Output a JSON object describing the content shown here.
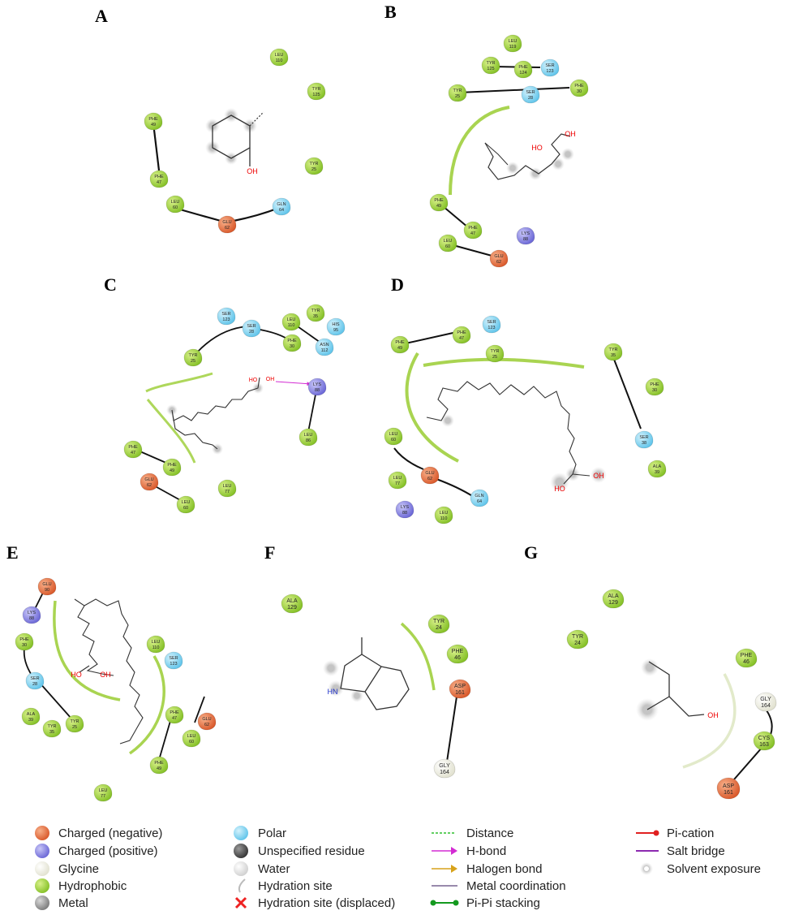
{
  "panels": [
    {
      "id": "A",
      "label": "A",
      "residues": [
        {
          "name": "LEU",
          "num": "110",
          "type": "hydrophobic"
        },
        {
          "name": "TYR",
          "num": "125",
          "type": "hydrophobic"
        },
        {
          "name": "PHE",
          "num": "49",
          "type": "hydrophobic"
        },
        {
          "name": "PHE",
          "num": "47",
          "type": "hydrophobic"
        },
        {
          "name": "TYR",
          "num": "25",
          "type": "hydrophobic"
        },
        {
          "name": "LEU",
          "num": "60",
          "type": "hydrophobic"
        },
        {
          "name": "GLU",
          "num": "62",
          "type": "negative"
        },
        {
          "name": "GLN",
          "num": "64",
          "type": "polar"
        }
      ],
      "atoms": [
        "OH"
      ]
    },
    {
      "id": "B",
      "label": "B",
      "residues": [
        {
          "name": "LEU",
          "num": "119",
          "type": "hydrophobic"
        },
        {
          "name": "TYR",
          "num": "125",
          "type": "hydrophobic"
        },
        {
          "name": "PHE",
          "num": "124",
          "type": "hydrophobic"
        },
        {
          "name": "SER",
          "num": "123",
          "type": "polar"
        },
        {
          "name": "TYR",
          "num": "25",
          "type": "hydrophobic"
        },
        {
          "name": "SER",
          "num": "28",
          "type": "polar"
        },
        {
          "name": "PHE",
          "num": "30",
          "type": "hydrophobic"
        },
        {
          "name": "PHE",
          "num": "49",
          "type": "hydrophobic"
        },
        {
          "name": "PHE",
          "num": "47",
          "type": "hydrophobic"
        },
        {
          "name": "LYS",
          "num": "88",
          "type": "positive"
        },
        {
          "name": "LEU",
          "num": "60",
          "type": "hydrophobic"
        },
        {
          "name": "GLU",
          "num": "62",
          "type": "negative"
        }
      ],
      "atoms": [
        "HO",
        "OH"
      ]
    },
    {
      "id": "C",
      "label": "C",
      "residues": [
        {
          "name": "SER",
          "num": "123",
          "type": "polar"
        },
        {
          "name": "SER",
          "num": "28",
          "type": "polar"
        },
        {
          "name": "LEU",
          "num": "110",
          "type": "hydrophobic"
        },
        {
          "name": "TYR",
          "num": "35",
          "type": "hydrophobic"
        },
        {
          "name": "HIS",
          "num": "95",
          "type": "polar"
        },
        {
          "name": "TYR",
          "num": "25",
          "type": "hydrophobic"
        },
        {
          "name": "PHE",
          "num": "30",
          "type": "hydrophobic"
        },
        {
          "name": "ASN",
          "num": "112",
          "type": "polar"
        },
        {
          "name": "LYS",
          "num": "88",
          "type": "positive"
        },
        {
          "name": "LEU",
          "num": "86",
          "type": "hydrophobic"
        },
        {
          "name": "PHE",
          "num": "47",
          "type": "hydrophobic"
        },
        {
          "name": "PHE",
          "num": "49",
          "type": "hydrophobic"
        },
        {
          "name": "GLU",
          "num": "62",
          "type": "negative"
        },
        {
          "name": "LEU",
          "num": "60",
          "type": "hydrophobic"
        },
        {
          "name": "LEU",
          "num": "77",
          "type": "hydrophobic"
        }
      ],
      "atoms": [
        "HO",
        "OH"
      ]
    },
    {
      "id": "D",
      "label": "D",
      "residues": [
        {
          "name": "PHE",
          "num": "49",
          "type": "hydrophobic"
        },
        {
          "name": "PHE",
          "num": "47",
          "type": "hydrophobic"
        },
        {
          "name": "SER",
          "num": "123",
          "type": "polar"
        },
        {
          "name": "TYR",
          "num": "25",
          "type": "hydrophobic"
        },
        {
          "name": "TYR",
          "num": "35",
          "type": "hydrophobic"
        },
        {
          "name": "PHE",
          "num": "30",
          "type": "hydrophobic"
        },
        {
          "name": "LEU",
          "num": "60",
          "type": "hydrophobic"
        },
        {
          "name": "SER",
          "num": "38",
          "type": "polar"
        },
        {
          "name": "ALA",
          "num": "39",
          "type": "hydrophobic"
        },
        {
          "name": "LEU",
          "num": "77",
          "type": "hydrophobic"
        },
        {
          "name": "GLU",
          "num": "62",
          "type": "negative"
        },
        {
          "name": "GLN",
          "num": "64",
          "type": "polar"
        },
        {
          "name": "LYS",
          "num": "88",
          "type": "positive"
        },
        {
          "name": "LEU",
          "num": "110",
          "type": "hydrophobic"
        }
      ],
      "atoms": [
        "HO",
        "OH"
      ]
    },
    {
      "id": "E",
      "label": "E",
      "residues": [
        {
          "name": "GLU",
          "num": "90",
          "type": "negative"
        },
        {
          "name": "LYS",
          "num": "88",
          "type": "positive"
        },
        {
          "name": "PHE",
          "num": "30",
          "type": "hydrophobic"
        },
        {
          "name": "LEU",
          "num": "110",
          "type": "hydrophobic"
        },
        {
          "name": "SER",
          "num": "123",
          "type": "polar"
        },
        {
          "name": "SER",
          "num": "28",
          "type": "polar"
        },
        {
          "name": "ALA",
          "num": "39",
          "type": "hydrophobic"
        },
        {
          "name": "TYR",
          "num": "35",
          "type": "hydrophobic"
        },
        {
          "name": "TYR",
          "num": "25",
          "type": "hydrophobic"
        },
        {
          "name": "GLU",
          "num": "62",
          "type": "negative"
        },
        {
          "name": "PHE",
          "num": "47",
          "type": "hydrophobic"
        },
        {
          "name": "LEU",
          "num": "60",
          "type": "hydrophobic"
        },
        {
          "name": "PHE",
          "num": "49",
          "type": "hydrophobic"
        },
        {
          "name": "LEU",
          "num": "77",
          "type": "hydrophobic"
        }
      ],
      "atoms": [
        "HO",
        "OH"
      ]
    },
    {
      "id": "F",
      "label": "F",
      "residues": [
        {
          "name": "ALA",
          "num": "129",
          "type": "hydrophobic"
        },
        {
          "name": "TYR",
          "num": "24",
          "type": "hydrophobic"
        },
        {
          "name": "PHE",
          "num": "46",
          "type": "hydrophobic"
        },
        {
          "name": "ASP",
          "num": "161",
          "type": "negative"
        },
        {
          "name": "GLY",
          "num": "164",
          "type": "glycine"
        }
      ],
      "atoms": [
        "HN"
      ]
    },
    {
      "id": "G",
      "label": "G",
      "residues": [
        {
          "name": "ALA",
          "num": "129",
          "type": "hydrophobic"
        },
        {
          "name": "TYR",
          "num": "24",
          "type": "hydrophobic"
        },
        {
          "name": "PHE",
          "num": "46",
          "type": "hydrophobic"
        },
        {
          "name": "GLY",
          "num": "164",
          "type": "glycine"
        },
        {
          "name": "CYS",
          "num": "163",
          "type": "hydrophobic"
        },
        {
          "name": "ASP",
          "num": "161",
          "type": "negative"
        }
      ],
      "atoms": [
        "OH"
      ]
    }
  ],
  "colors": {
    "negative": "#e8733a",
    "positive": "#8a87e6",
    "glycine": "#f3f3e6",
    "hydrophobic": "#9acd32",
    "metal": "#9a9a9a",
    "polar": "#7fd3f0",
    "unspecified": "#4a4a4a",
    "water": "#e8e8e8"
  },
  "legend": {
    "col1": [
      {
        "label": "Charged (negative)",
        "key": "negative"
      },
      {
        "label": "Charged (positive)",
        "key": "positive"
      },
      {
        "label": "Glycine",
        "key": "glycine"
      },
      {
        "label": "Hydrophobic",
        "key": "hydrophobic"
      },
      {
        "label": "Metal",
        "key": "metal"
      }
    ],
    "col2": [
      {
        "label": "Polar",
        "key": "polar"
      },
      {
        "label": "Unspecified residue",
        "key": "unspecified"
      },
      {
        "label": "Water",
        "key": "water"
      },
      {
        "label": "Hydration site",
        "key": "hydration"
      },
      {
        "label": "Hydration site (displaced)",
        "key": "displaced"
      }
    ],
    "col3": [
      {
        "label": "Distance",
        "key": "distance"
      },
      {
        "label": "H-bond",
        "key": "hbond"
      },
      {
        "label": "Halogen bond",
        "key": "halogen"
      },
      {
        "label": "Metal coordination",
        "key": "metalcoord"
      },
      {
        "label": "Pi-Pi stacking",
        "key": "pipi"
      }
    ],
    "col4": [
      {
        "label": "Pi-cation",
        "key": "pication"
      },
      {
        "label": "Salt bridge",
        "key": "saltbridge"
      },
      {
        "label": "Solvent exposure",
        "key": "solvent"
      }
    ]
  }
}
